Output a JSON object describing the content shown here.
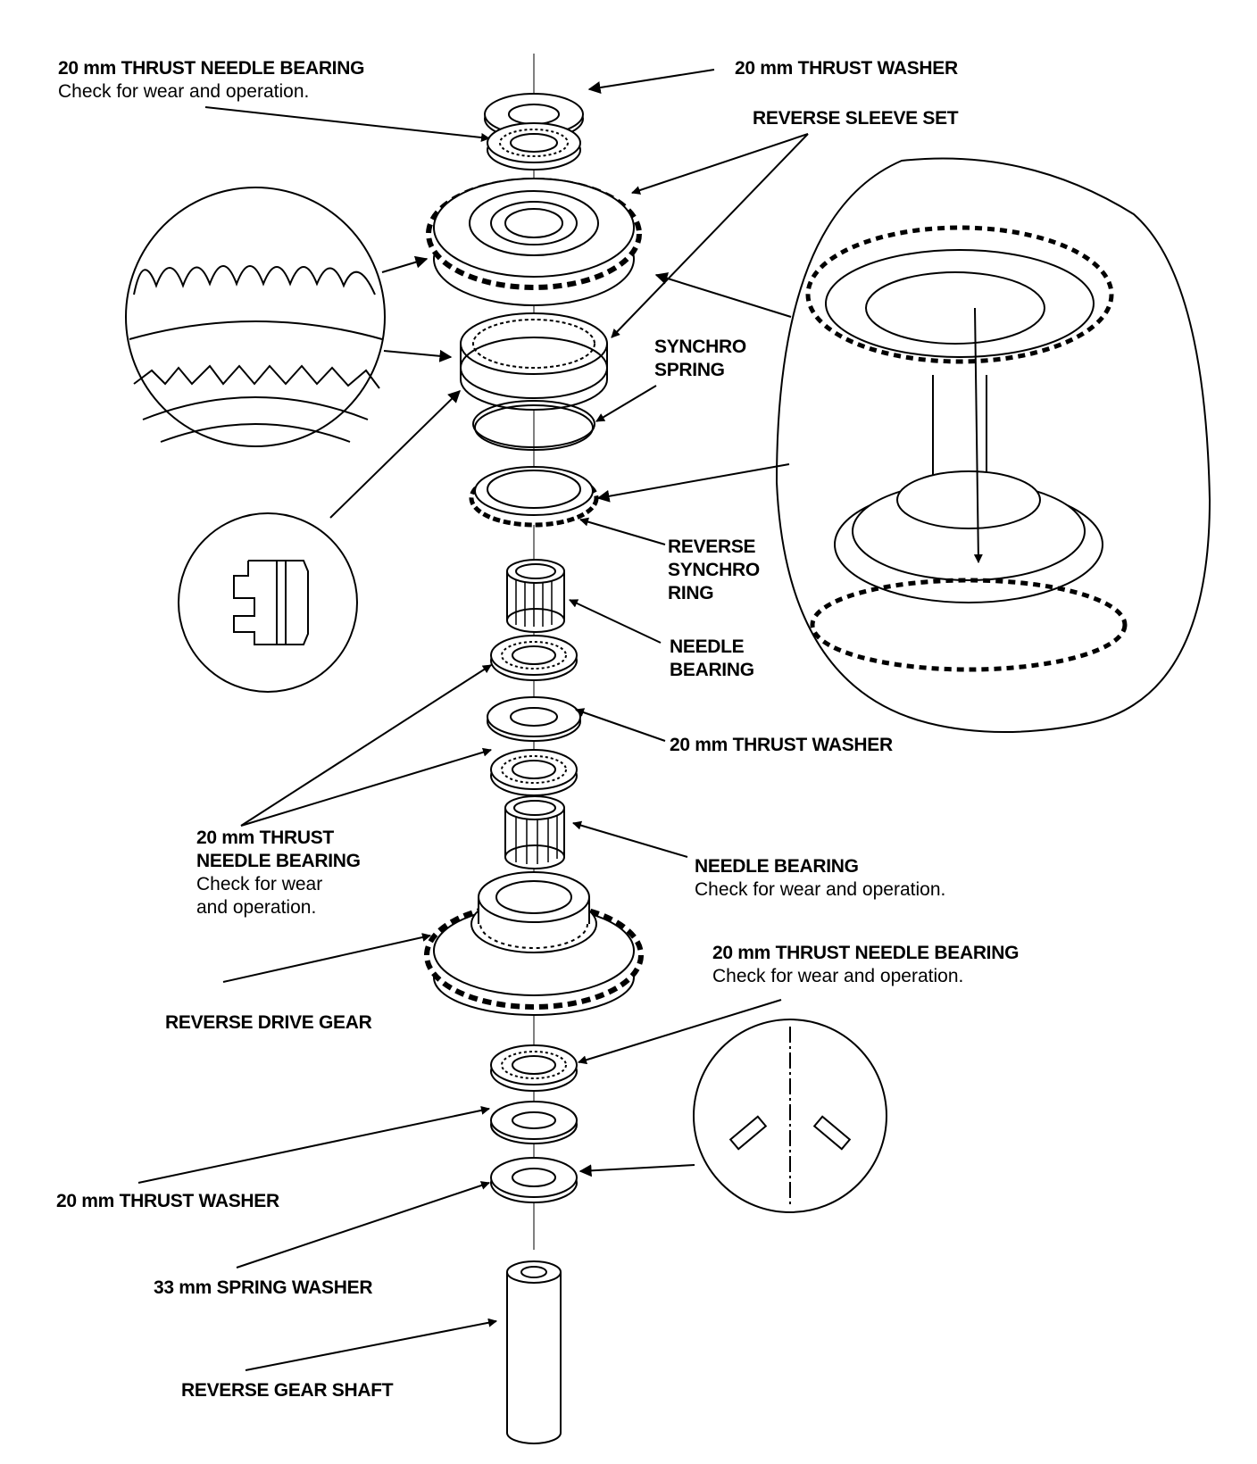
{
  "labels": {
    "top_needle_bearing": {
      "title": "20 mm THRUST NEEDLE BEARING",
      "note": "Check for wear and operation."
    },
    "top_thrust_washer": {
      "title": "20 mm THRUST WASHER"
    },
    "reverse_sleeve_set": {
      "title": "REVERSE SLEEVE SET"
    },
    "synchro_spring": {
      "line1": "SYNCHRO",
      "line2": "SPRING"
    },
    "reverse_synchro_ring": {
      "line1": "REVERSE",
      "line2": "SYNCHRO",
      "line3": "RING"
    },
    "needle_bearing_upper": {
      "line1": "NEEDLE",
      "line2": "BEARING"
    },
    "mid_thrust_washer": {
      "title": "20 mm THRUST WASHER"
    },
    "mid_needle_bearing": {
      "line1": "20 mm THRUST",
      "line2": "NEEDLE BEARING",
      "note1": "Check for wear",
      "note2": "and operation."
    },
    "needle_bearing_lower": {
      "title": "NEEDLE BEARING",
      "note": "Check for wear and operation."
    },
    "lower_needle_bearing": {
      "title": "20 mm THRUST NEEDLE BEARING",
      "note": "Check for wear and operation."
    },
    "reverse_drive_gear": {
      "title": "REVERSE DRIVE GEAR"
    },
    "bottom_thrust_washer": {
      "title": "20 mm THRUST WASHER"
    },
    "spring_washer": {
      "title": "33 mm SPRING WASHER"
    },
    "reverse_gear_shaft": {
      "title": "REVERSE GEAR SHAFT"
    }
  },
  "colors": {
    "ink": "#000000",
    "paper": "#ffffff"
  }
}
